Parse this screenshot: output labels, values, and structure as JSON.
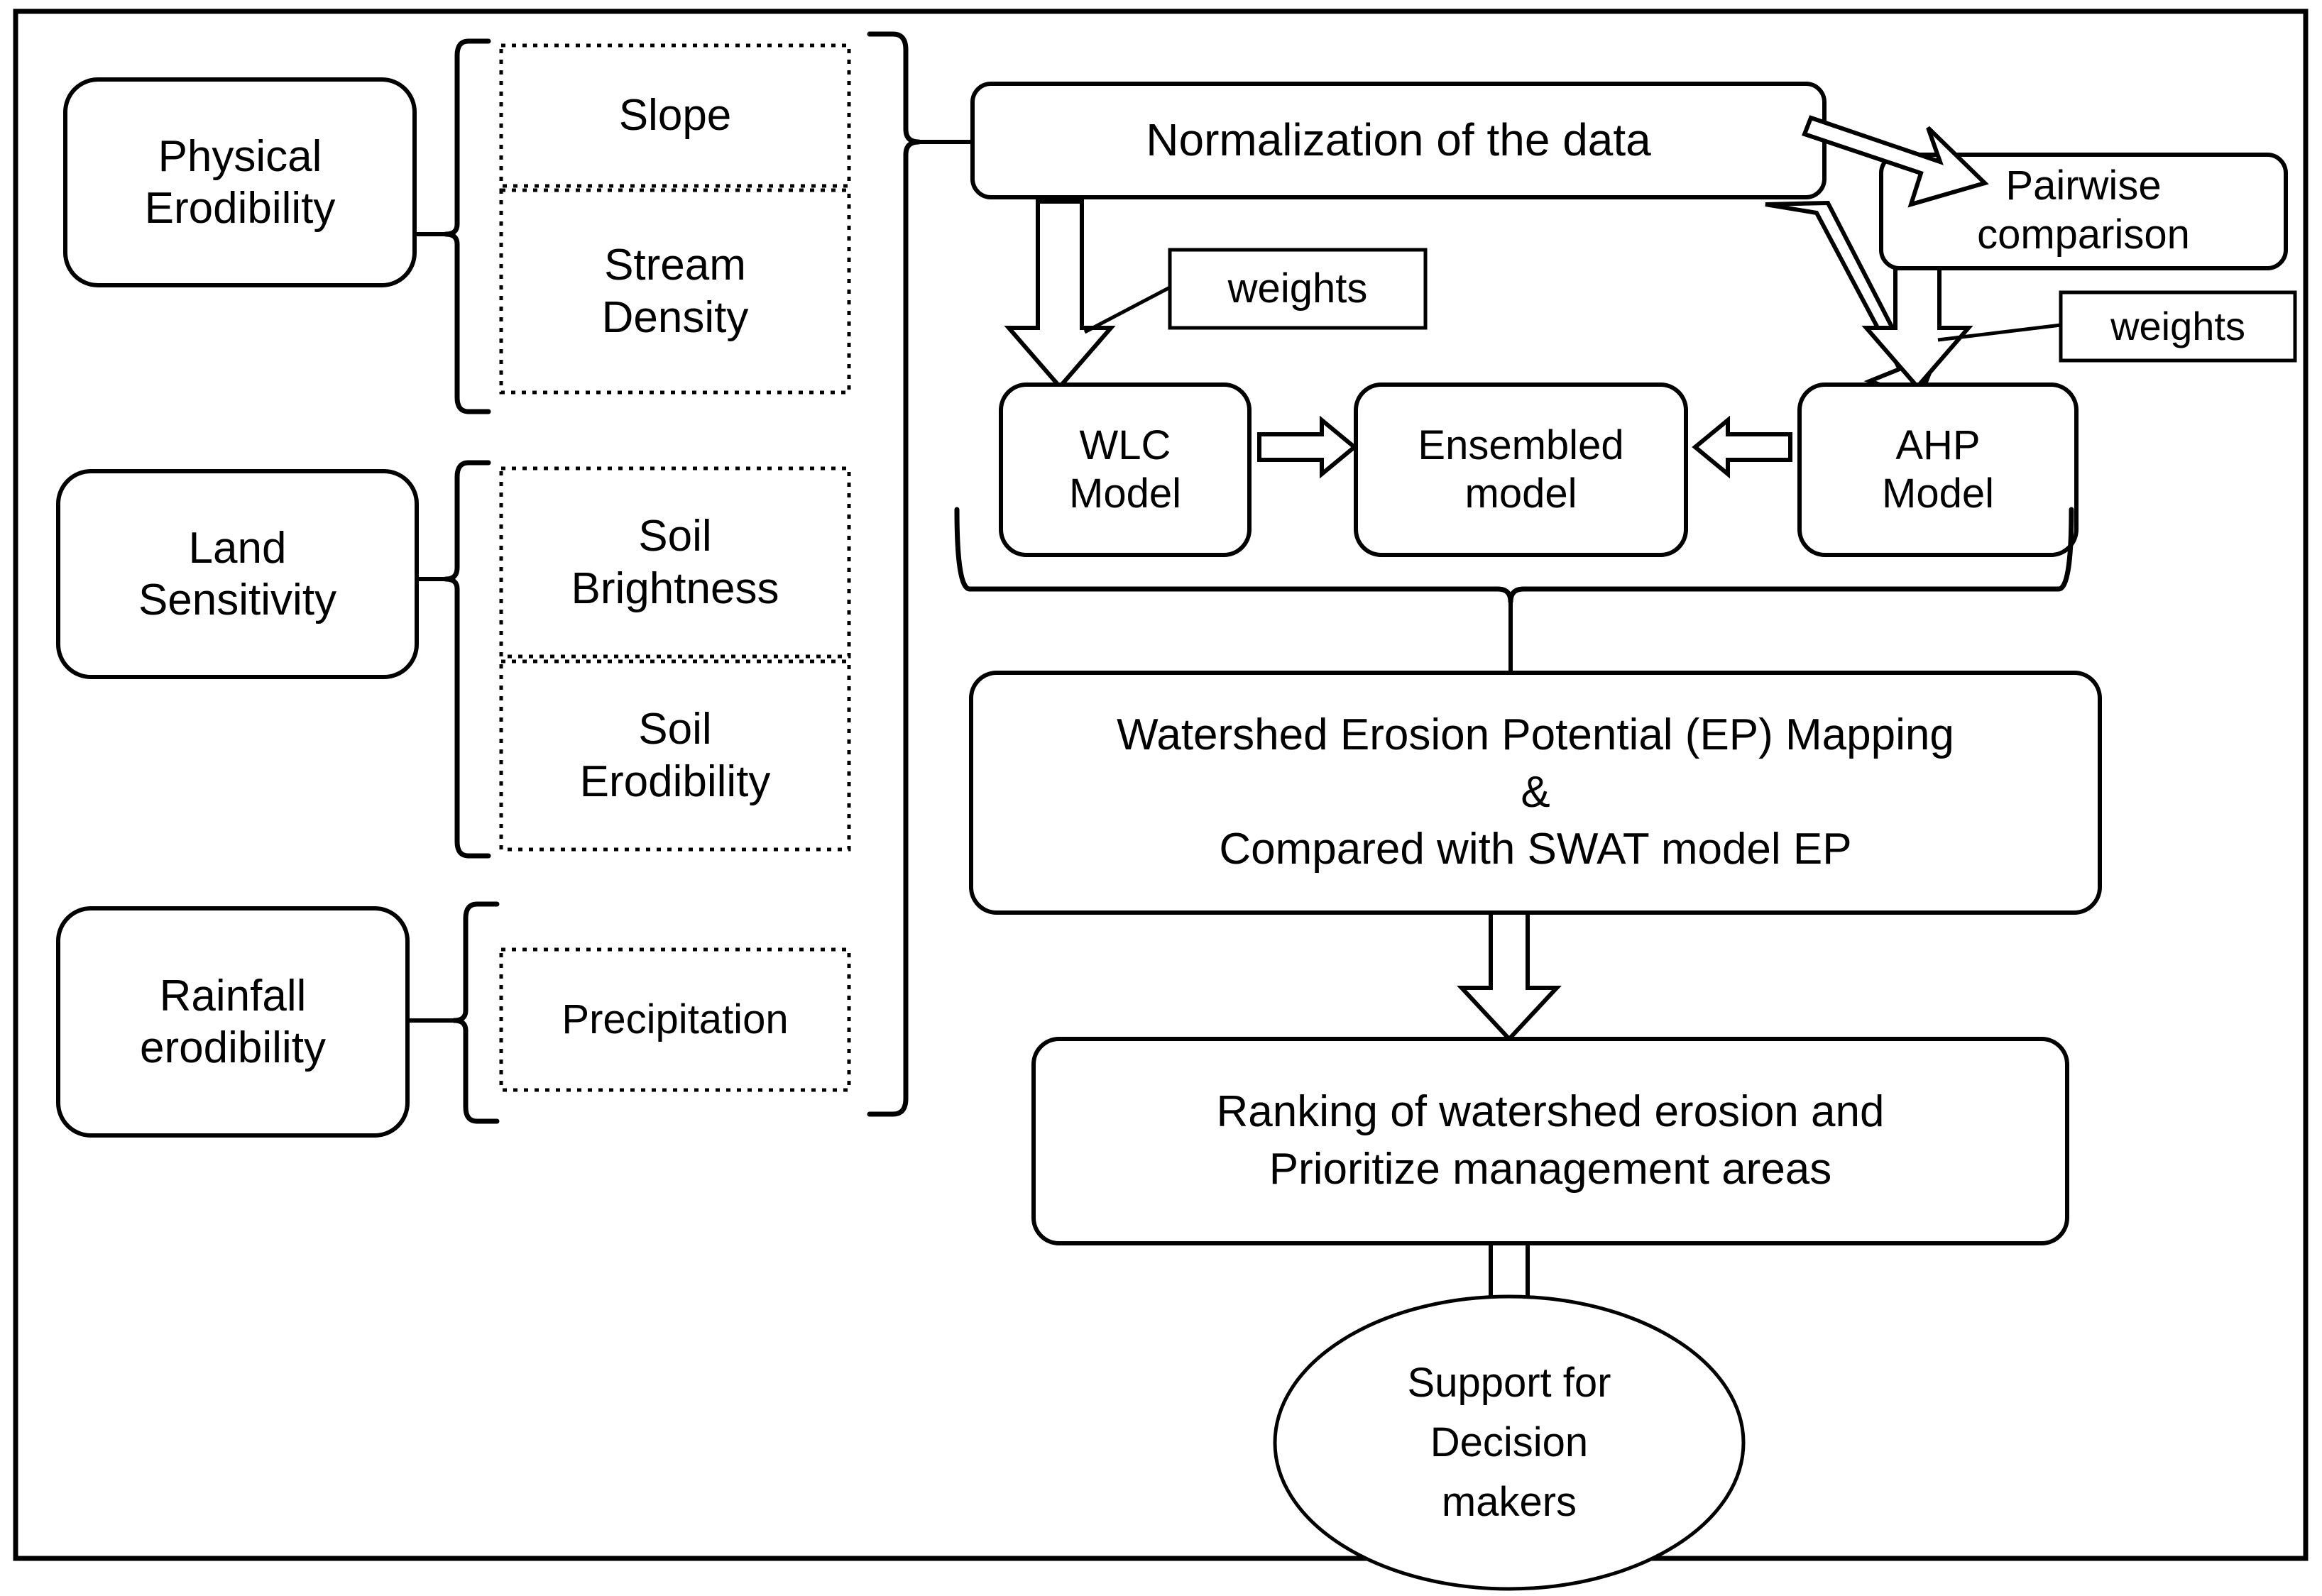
{
  "diagram": {
    "title": "Watershed Erosion Potential Methodology Flowchart",
    "stroke_color": "#000000",
    "background_color": "#ffffff",
    "frame": {
      "present": true,
      "color": "#000000"
    }
  },
  "criteria": [
    {
      "id": "physical-erodibility",
      "label": "Physical\nErodibility"
    },
    {
      "id": "land-sensitivity",
      "label": "Land\nSensitivity"
    },
    {
      "id": "rainfall-erodibility",
      "label": "Rainfall\nerodibility"
    }
  ],
  "factors": [
    {
      "id": "slope",
      "label": "Slope",
      "parent": "physical-erodibility"
    },
    {
      "id": "stream-density",
      "label": "Stream\nDensity",
      "parent": "physical-erodibility"
    },
    {
      "id": "soil-brightness",
      "label": "Soil\nBrightness",
      "parent": "land-sensitivity"
    },
    {
      "id": "soil-erodibility",
      "label": "Soil\nErodibility",
      "parent": "land-sensitivity"
    },
    {
      "id": "precipitation",
      "label": "Precipitation",
      "parent": "rainfall-erodibility"
    }
  ],
  "process": {
    "normalization": "Normalization of the data",
    "pairwise_comparison": "Pairwise\ncomparison",
    "weights_left": "weights",
    "weights_right": "weights",
    "wlc_model": "WLC\nModel",
    "ensembled_model": "Ensembled\nmodel",
    "ahp_model": "AHP\nModel"
  },
  "outputs": {
    "mapping": "Watershed Erosion Potential (EP) Mapping\n&\nCompared with SWAT model EP",
    "ranking": "Ranking of watershed erosion and\nPrioritize management areas",
    "decision": "Support for\nDecision\nmakers"
  }
}
